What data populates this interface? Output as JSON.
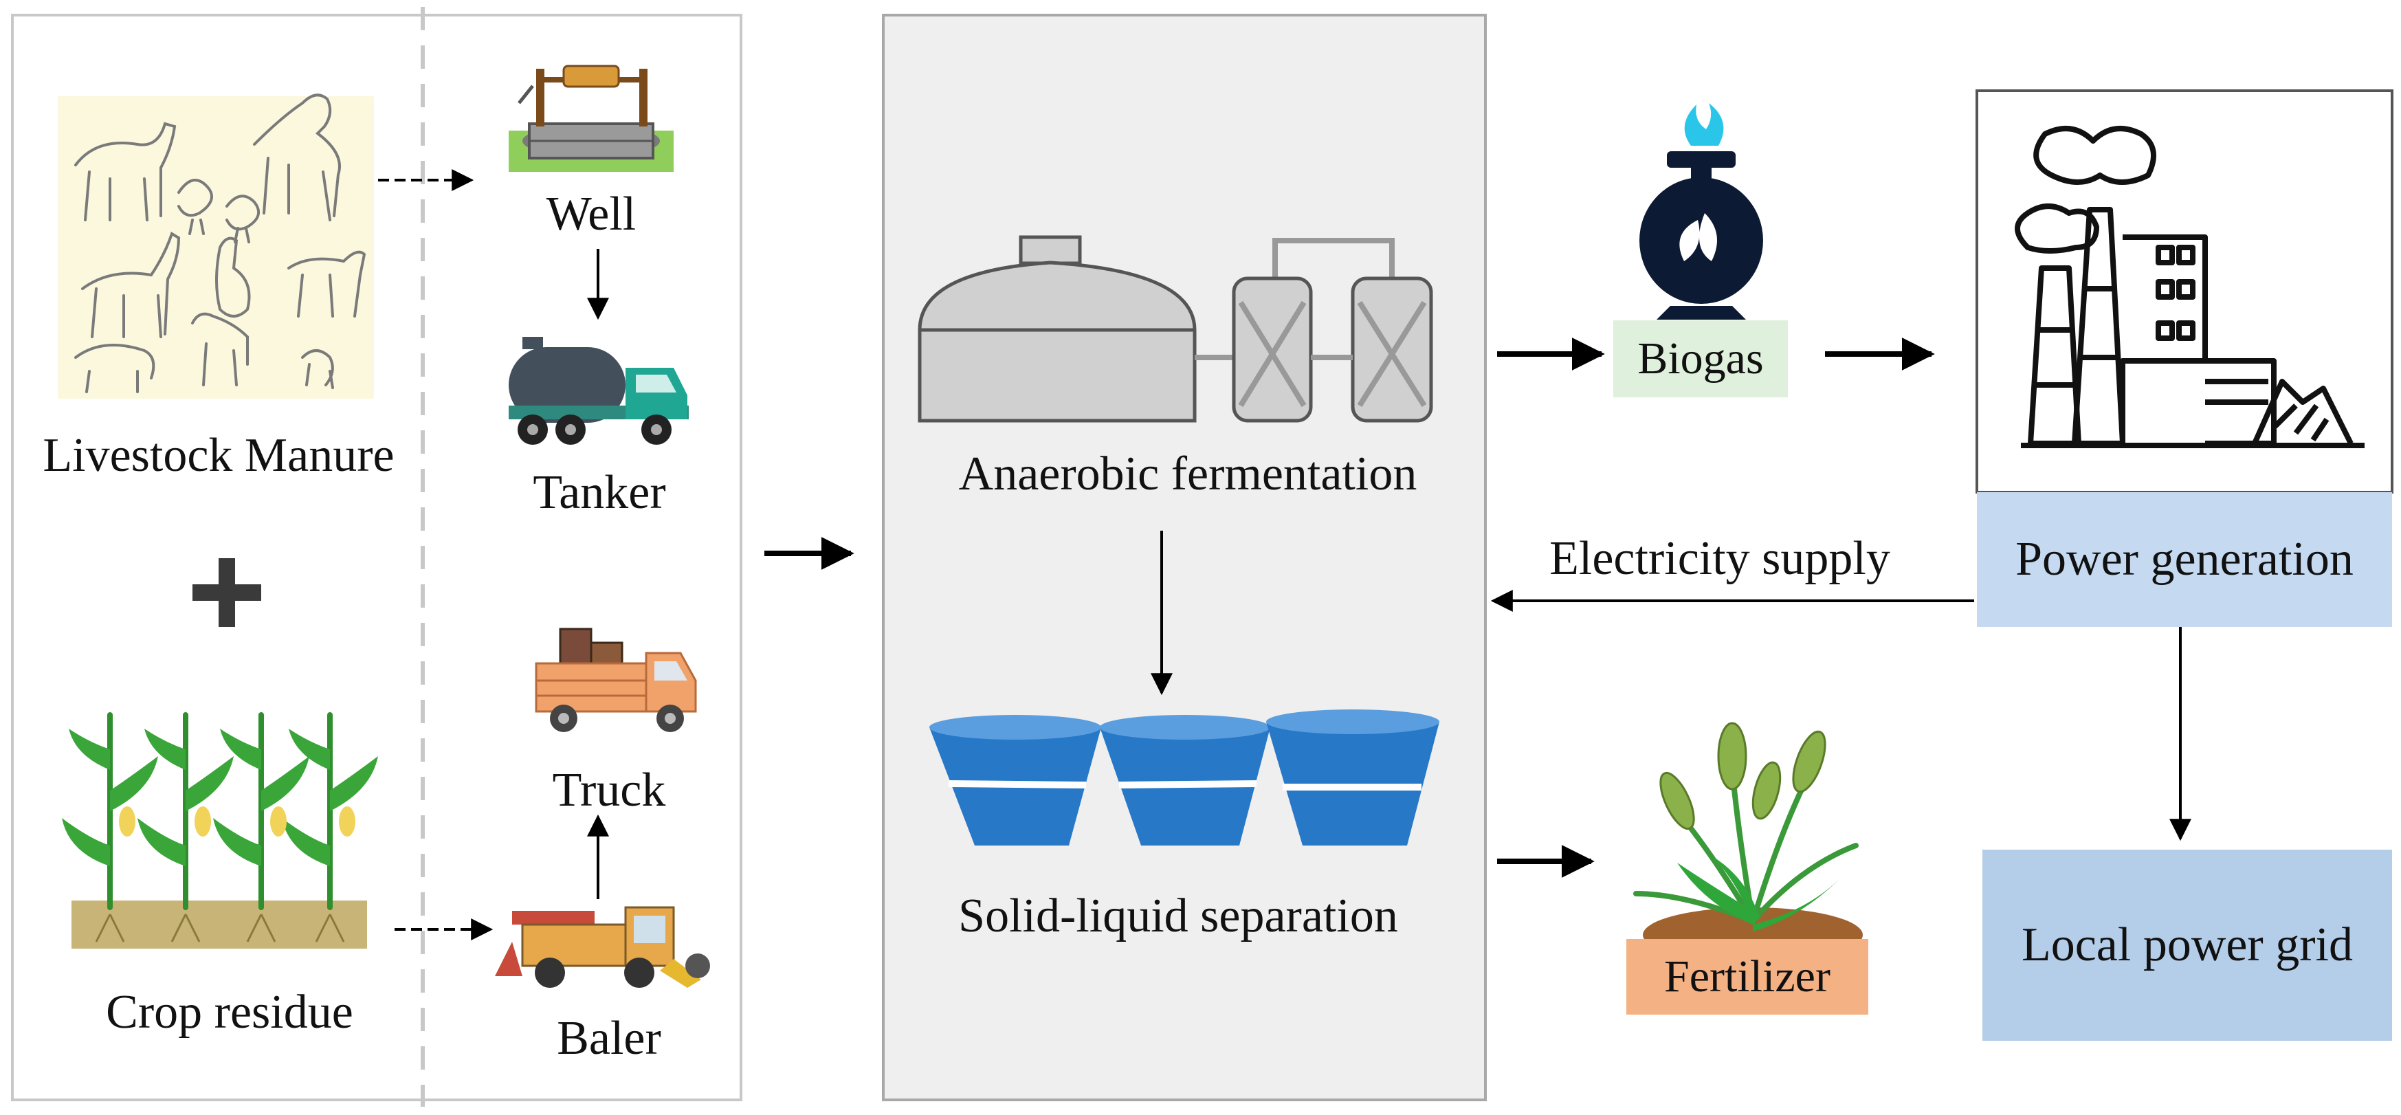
{
  "sources": {
    "livestock_label": "Livestock Manure",
    "crop_label": "Crop residue"
  },
  "transport": {
    "well_label": "Well",
    "tanker_label": "Tanker",
    "truck_label": "Truck",
    "baler_label": "Baler"
  },
  "process": {
    "anaerobic_label": "Anaerobic fermentation",
    "separation_label": "Solid-liquid separation"
  },
  "outputs": {
    "biogas_label": "Biogas",
    "fertilizer_label": "Fertilizer",
    "power_generation_label": "Power generation",
    "electricity_supply_label": "Electricity supply",
    "local_grid_label": "Local power grid"
  },
  "colors": {
    "biogas_tag": "#dff0dc",
    "fertilizer_tag": "#f4b183",
    "power_tag": "#c5d9f1",
    "grid_tag": "#b4cde8",
    "process_panel": "#efefef",
    "tank_blue": "#2878c8",
    "icon_dark": "#0c1a33",
    "flame": "#29c6ea",
    "plant_green": "#3a9a3a"
  },
  "icons": {
    "livestock": "livestock-sketch-icon",
    "crop": "corn-plants-icon",
    "well": "well-icon",
    "tanker": "tanker-truck-icon",
    "truck": "cargo-truck-icon",
    "baler": "baler-machine-icon",
    "digester": "digester-icon",
    "separator": "separation-tanks-icon",
    "biogas": "biogas-burner-icon",
    "fertilizer": "fertilizer-plant-icon",
    "power_plant": "power-plant-icon",
    "plus": "plus-icon"
  }
}
